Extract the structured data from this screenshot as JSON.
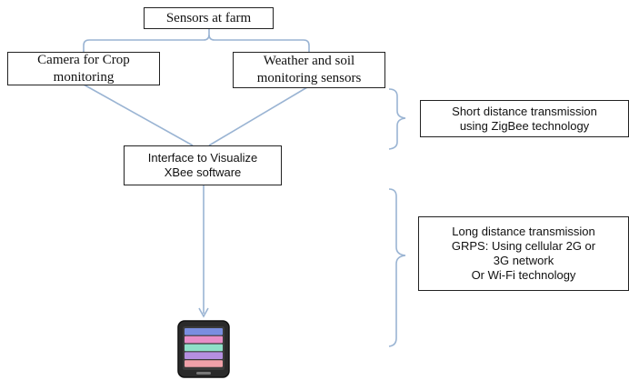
{
  "nodes": {
    "sensors": "Sensors at farm",
    "camera": [
      "Camera for Crop",
      "monitoring"
    ],
    "weather": [
      "Weather and soil",
      "monitoring sensors"
    ],
    "interface": [
      "Interface to Visualize",
      "XBee software"
    ],
    "short_tx": [
      "Short distance transmission",
      "using ZigBee technology"
    ],
    "long_tx": [
      "Long distance transmission",
      "GRPS: Using cellular 2G or",
      "3G network",
      "Or Wi-Fi technology"
    ]
  },
  "device": {
    "name": "tablet-device",
    "rows": [
      "#7a8ee0",
      "#e88ec7",
      "#8fe0c8",
      "#b58fe0",
      "#f0a0a8"
    ]
  },
  "colors": {
    "connector": "#9ab4d3",
    "border": "#222222",
    "brace": "#9ab4d3"
  }
}
